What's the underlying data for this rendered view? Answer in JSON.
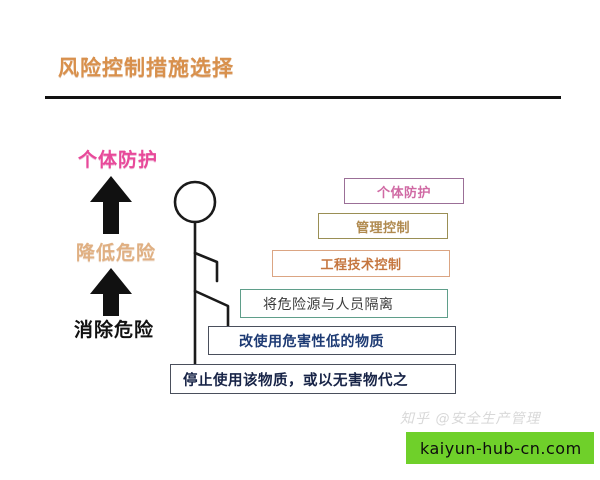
{
  "header": {
    "title": "风险控制措施选择",
    "title_color": "#d8904c",
    "rule_color": "#111111"
  },
  "ladder": {
    "labels": [
      {
        "text": "个体防护",
        "color": "#e8499a",
        "name": "label-personal-protection"
      },
      {
        "text": "降低危险",
        "color": "#e0b083",
        "name": "label-reduce-risk"
      },
      {
        "text": "消除危险",
        "color": "#121212",
        "name": "label-eliminate-risk"
      }
    ],
    "arrows": [
      {
        "name": "up-arrow-top",
        "color": "#111111"
      },
      {
        "name": "up-arrow-bottom",
        "color": "#111111"
      }
    ]
  },
  "measures": [
    {
      "text": "个体防护",
      "border_color": "#9b6f97",
      "text_color": "#d06aa4",
      "level": 6
    },
    {
      "text": "管理控制",
      "border_color": "#9a8f55",
      "text_color": "#b08a4f",
      "level": 5
    },
    {
      "text": "工程技术控制",
      "border_color": "#dba583",
      "text_color": "#c5763f",
      "level": 4
    },
    {
      "text": "将危险源与人员隔离",
      "border_color": "#5f9e8a",
      "text_color": "#3b3b3b",
      "level": 3
    },
    {
      "text": "改使用危害性低的物质",
      "border_color": "#4a4f5c",
      "text_color": "#1d3a73",
      "level": 2
    },
    {
      "text": "停止使用该物质，或以无害物代之",
      "border_color": "#4a4f5c",
      "text_color": "#182447",
      "level": 1
    }
  ],
  "figure": {
    "name": "stick-figure-climbing-stairs",
    "stroke_color": "#1a1a1a"
  },
  "watermark": {
    "text": "知乎 @安全生产管理",
    "color": "#d8d8d8"
  },
  "url_banner": {
    "text": "kaiyun-hub-cn.com",
    "background": "#6fd02a",
    "text_color": "#0d0d0d"
  }
}
